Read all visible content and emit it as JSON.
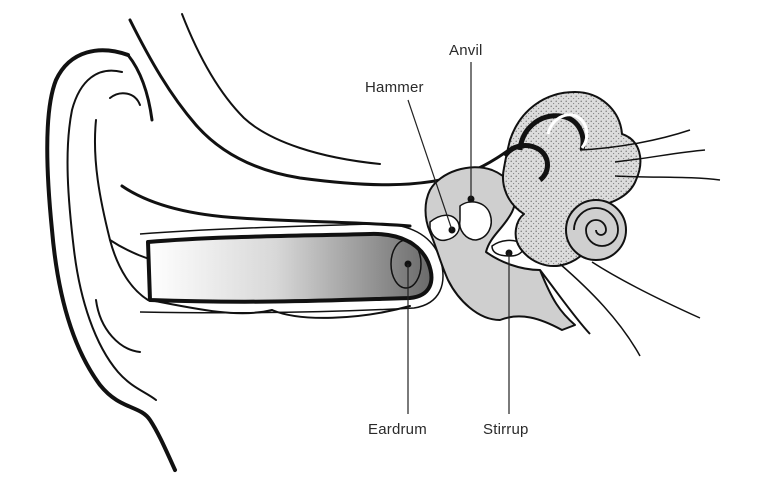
{
  "labels": {
    "anvil": "Anvil",
    "hammer": "Hammer",
    "eardrum": "Eardrum",
    "stirrup": "Stirrup"
  },
  "colors": {
    "outline": "#111111",
    "bone_fill": "#cfcfcf",
    "canal_dark": "#6a6a6a",
    "canal_light": "#f4f4f4",
    "label_text": "#2a2a2a"
  }
}
